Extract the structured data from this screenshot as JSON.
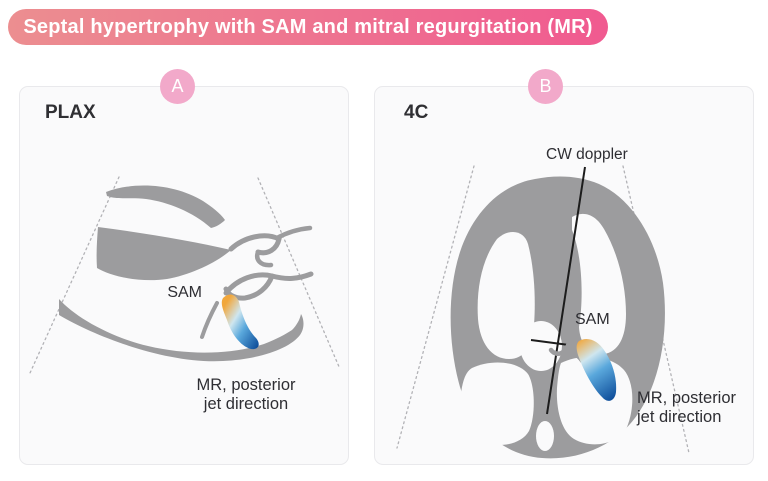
{
  "banner": {
    "title": "Septal hypertrophy with SAM and mitral regurgitation (MR)"
  },
  "panel_a": {
    "badge": "A",
    "view_label": "PLAX",
    "sam_label": "SAM",
    "mr_label_line1": "MR, posterior",
    "mr_label_line2": "jet direction"
  },
  "panel_b": {
    "badge": "B",
    "view_label": "4C",
    "cw_label": "CW doppler",
    "sam_label": "SAM",
    "mr_label_line1": "MR, posterior",
    "mr_label_line2": "jet direction"
  },
  "colors": {
    "banner_gradient_left": "#ec8e90",
    "banner_gradient_right": "#f05a90",
    "badge_pink": "#f2a9ca",
    "heart_gray": "#9c9c9e",
    "jet_orange": "#f1a73c",
    "jet_cyan": "#cfe6ef",
    "jet_blue_light": "#5aa8dc",
    "jet_blue_deep": "#10509c",
    "text_dark": "#2e2e33"
  }
}
